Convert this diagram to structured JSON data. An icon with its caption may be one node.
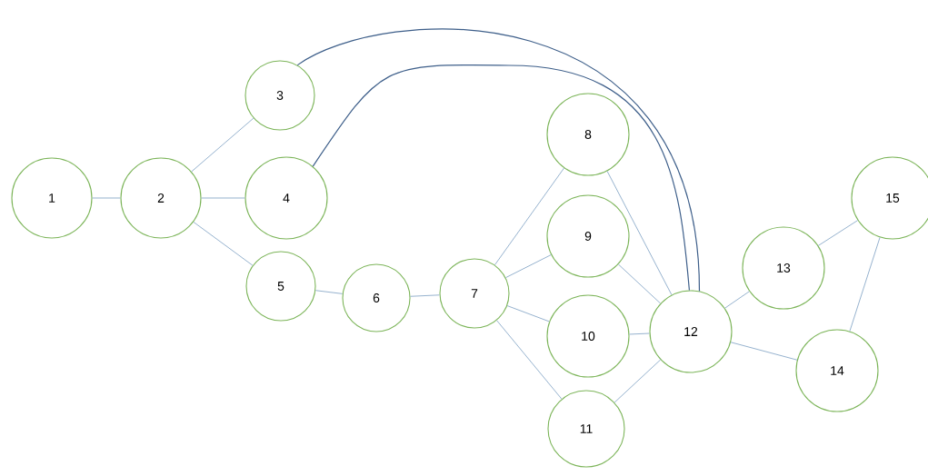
{
  "diagram": {
    "nodes": [
      {
        "text": [
          "1"
        ]
      },
      {
        "text": [
          "2"
        ]
      },
      {
        "text": [
          "3"
        ]
      },
      {
        "text": [
          "4"
        ]
      },
      {
        "text": [
          "5"
        ]
      },
      {
        "text": [
          "6"
        ]
      },
      {
        "text": [
          "7"
        ]
      },
      {
        "text": [
          "8"
        ]
      },
      {
        "text": [
          "9"
        ]
      },
      {
        "text": [
          "10"
        ]
      },
      {
        "text": [
          "11"
        ]
      },
      {
        "text": [
          "12"
        ]
      },
      {
        "text": [
          "13"
        ]
      },
      {
        "text": [
          "14"
        ]
      },
      {
        "text": [
          "15"
        ]
      }
    ],
    "edges": [
      {
        "from": 0,
        "to": 1,
        "arrow": "none"
      },
      {
        "from": 1,
        "to": 2,
        "arrow": "none"
      },
      {
        "from": 1,
        "to": 3,
        "arrow": "none"
      },
      {
        "from": 1,
        "to": 4,
        "arrow": "none"
      },
      {
        "from": 4,
        "to": 5,
        "arrow": "none"
      },
      {
        "from": 5,
        "to": 6,
        "arrow": "none"
      },
      {
        "from": 6,
        "to": 7,
        "arrow": "none"
      },
      {
        "from": 6,
        "to": 8,
        "arrow": "none"
      },
      {
        "from": 6,
        "to": 9,
        "arrow": "none"
      },
      {
        "from": 6,
        "to": 10,
        "arrow": "none"
      },
      {
        "from": 2,
        "to": 11,
        "arrow": "none",
        "color": "#3e5f8a"
      },
      {
        "from": 3,
        "to": 11,
        "arrow": "none",
        "color": "#3e5f8a"
      },
      {
        "from": 7,
        "to": 11,
        "arrow": "none"
      },
      {
        "from": 8,
        "to": 11,
        "arrow": "none"
      },
      {
        "from": 9,
        "to": 11,
        "arrow": "none"
      },
      {
        "from": 10,
        "to": 11,
        "arrow": "none"
      },
      {
        "from": 11,
        "to": 12,
        "arrow": "none"
      },
      {
        "from": 11,
        "to": 13,
        "arrow": "none"
      },
      {
        "from": 12,
        "to": 14,
        "arrow": "none"
      },
      {
        "from": 14,
        "to": 13,
        "arrow": "none"
      }
    ]
  }
}
